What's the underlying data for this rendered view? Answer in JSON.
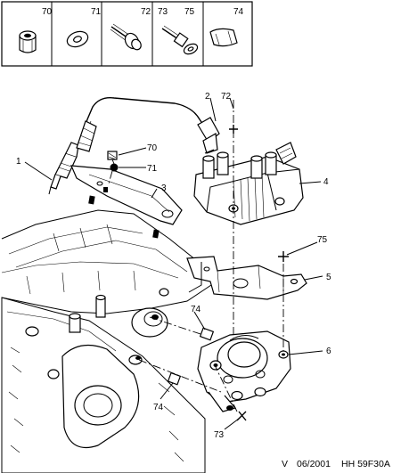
{
  "legend": [
    {
      "ref": "70",
      "icon": "nut-icon"
    },
    {
      "ref": "71",
      "icon": "washer-icon"
    },
    {
      "ref": "72",
      "icon": "screw-icon"
    },
    {
      "ref": "73",
      "ref2": "75",
      "icon": "bolt-washer-icon"
    },
    {
      "ref": "74",
      "icon": "clip-icon"
    }
  ],
  "callouts": {
    "c1": "1",
    "c2": "2",
    "c3": "3",
    "c4": "4",
    "c5": "5",
    "c6": "6",
    "c70": "70",
    "c71": "71",
    "c72": "72",
    "c74a": "74",
    "c74b": "74",
    "c75": "75",
    "c73": "73"
  },
  "footer": {
    "version": "V",
    "date": "06/2001",
    "reference": "HH 59F30A"
  }
}
